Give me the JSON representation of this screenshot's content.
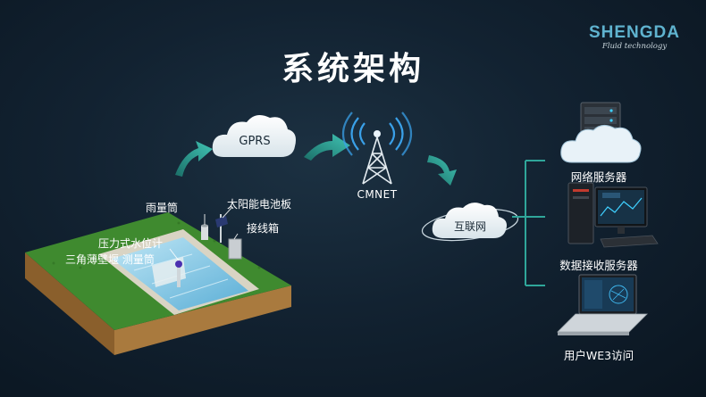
{
  "title": "系统架构",
  "logo": {
    "brand": "SHENGDA",
    "tagline": "Fluid technology"
  },
  "site_labels": {
    "rain_gauge": "雨量筒",
    "solar_panel": "太阳能电池板",
    "junction_box": "接线箱",
    "pressure_gauge": "压力式水位计",
    "weir_measure": "三角薄壁堰 测量筒"
  },
  "network": {
    "gprs": "GPRS",
    "tower": "CMNET",
    "internet": "互联网"
  },
  "endpoints": {
    "web_server": "网络服务器",
    "data_server": "数据接收服务器",
    "user_access": "用户WE3访问"
  },
  "colors": {
    "background": "#122231",
    "accent": "#2fa69a",
    "cloud": "#ffffff",
    "tower_glow": "#3aa0e8",
    "grass": "#3f8a2f",
    "soil": "#a0723a",
    "water": "#7cc4e4"
  }
}
